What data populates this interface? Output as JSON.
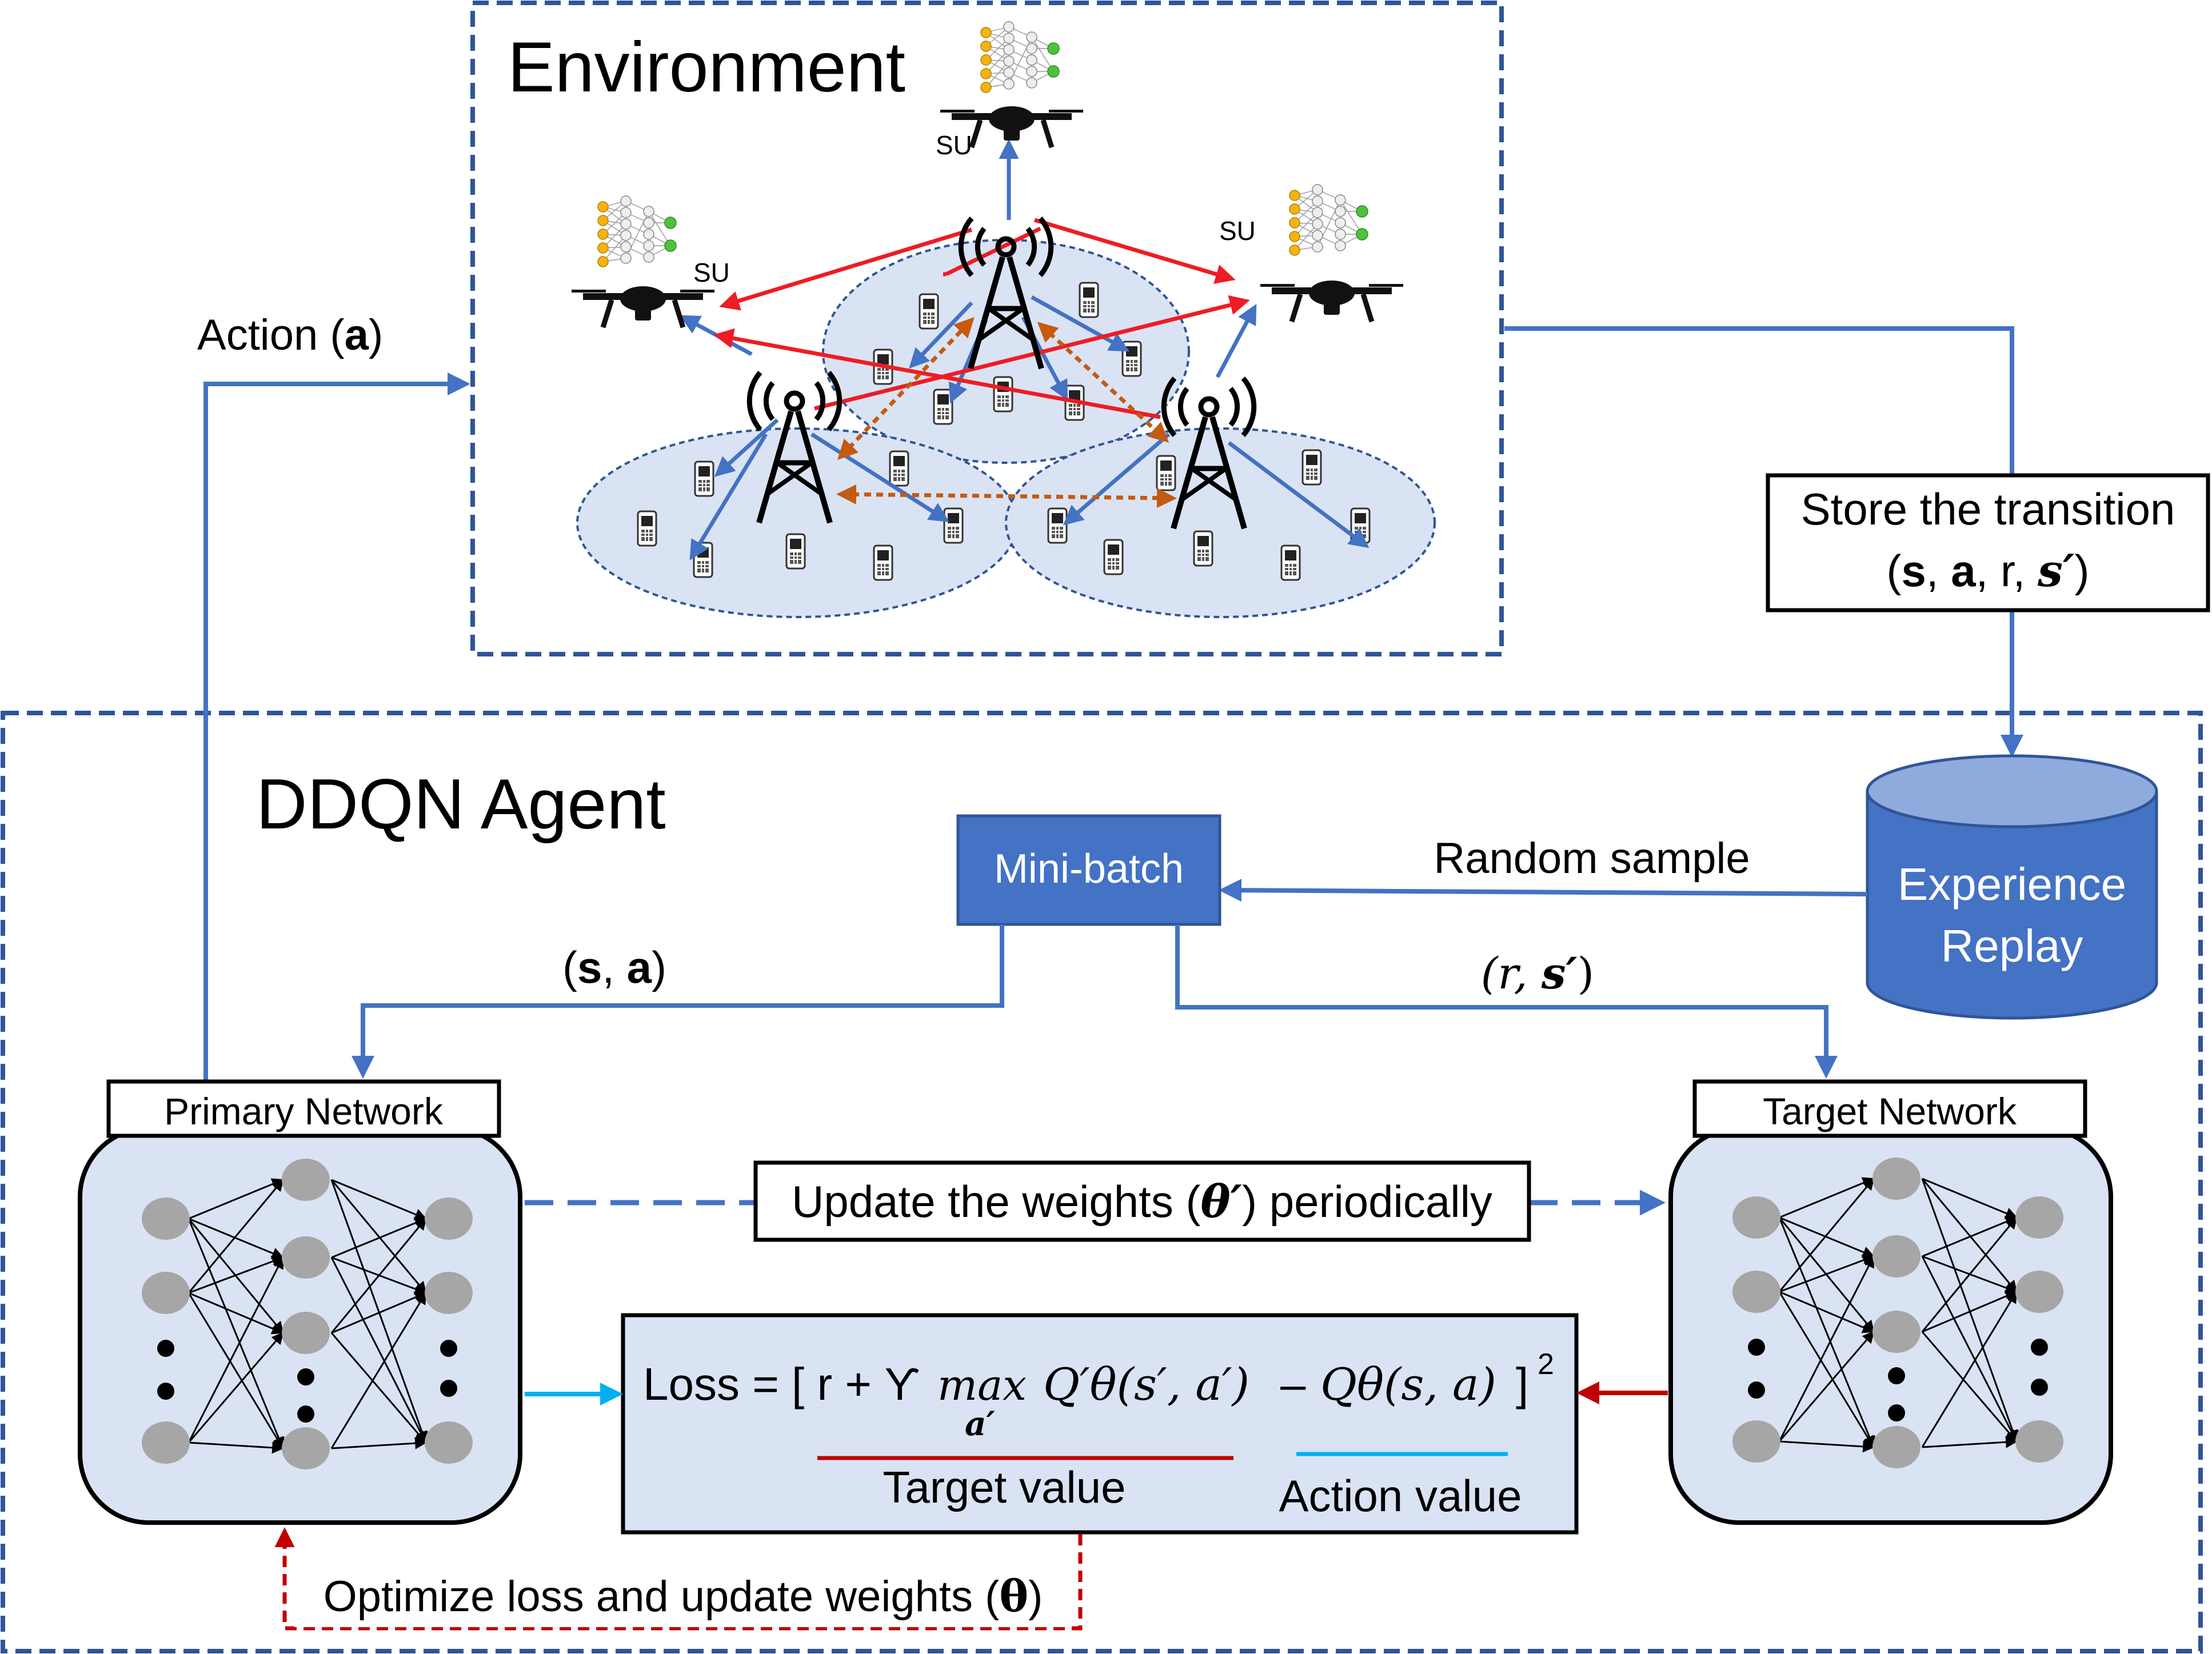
{
  "environment": {
    "title": "Environment",
    "su_label": "SU"
  },
  "agent": {
    "title": "DDQN Agent"
  },
  "labels": {
    "action": "Action (",
    "action_bold": "a",
    "action_close": ")",
    "store_line1": "Store the transition",
    "random_sample": "Random sample",
    "mini_batch": "Mini-batch",
    "experience_replay_line1": "Experience",
    "experience_replay_line2": "Replay",
    "primary_network": "Primary Network",
    "target_network": "Target Network",
    "update_weights_pre": "Update the weights (",
    "update_weights_theta": "θ′",
    "update_weights_post": ") periodically",
    "target_value": "Target value",
    "action_value": "Action value",
    "optimize_pre": "Optimize loss and update weights (",
    "optimize_theta": "θ",
    "optimize_post": ")"
  },
  "tuples": {
    "store_open": "(",
    "s": "s",
    "comma1": ", ",
    "a": "a",
    "comma2": ", r, ",
    "s_prime": "s′",
    "store_close": ")",
    "sa_open": "(",
    "sa_s": "s",
    "sa_comma": ", ",
    "sa_a": "a",
    "sa_close": ")",
    "rs_text": "(r, ",
    "rs_s": "s′",
    "rs_close": ")"
  },
  "loss": {
    "lhs": "Loss =",
    "bracket_open": "[ r + ϒ",
    "max": "max",
    "max_sub": "a′",
    "q_target": "Q′θ(s′, a′)",
    "minus": "–",
    "q_primary": "Qθ(s, a)",
    "bracket_close": "]",
    "power": "2"
  },
  "colors": {
    "blue_arrow": "#4472c4",
    "dashed_border": "#2f5597",
    "red_link": "#ee1c24",
    "orange_link": "#c55a11",
    "ellipse_fill": "#dae3f3",
    "mini_batch_fill": "#4472c4",
    "cylinder_fill": "#4472c4",
    "cylinder_top": "#8faadc",
    "dark_red": "#c00000",
    "cyan": "#00b0f0",
    "node_gray": "#a6a6a6"
  }
}
